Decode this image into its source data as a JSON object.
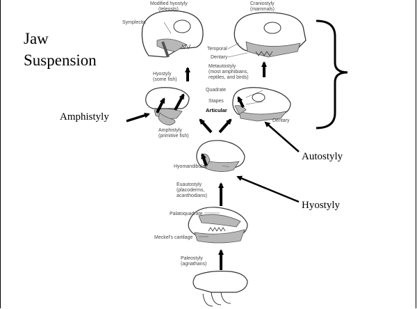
{
  "slide": {
    "title_line1": "Jaw",
    "title_line2": "Suspension"
  },
  "callouts": {
    "amphistyly": "Amphistyly",
    "autostyly": "Autostyly",
    "hyostyly": "Hyostyly"
  },
  "figure_labels": {
    "top_left_caption_line1": "Modified hyostyly",
    "top_left_caption_line2": "(teleosts)",
    "top_right_caption_line1": "Craniostyly",
    "top_right_caption_line2": "(mammals)",
    "symplectic": "Symplectic",
    "temporal": "Temporal",
    "dentary_top": "Dentary",
    "metautostyly_line1": "Metautostyly",
    "metautostyly_line2": "(most amphibians,",
    "metautostyly_line3": "reptiles, and birds)",
    "hyostyly_some_fish_line1": "Hyostyly",
    "hyostyly_some_fish_line2": "(some fish)",
    "quadrate": "Quadrate",
    "stapes": "Stapes",
    "articular": "Articular",
    "dentary_mid": "Dentary",
    "amphistyly_primitive_line1": "Amphistyly",
    "amphistyly_primitive_line2": "(primitive fish)",
    "hyomandibula": "Hyomandibula",
    "euautostyly_line1": "Euautostyly",
    "euautostyly_line2": "(placoderms,",
    "euautostyly_line3": "acanthodians)",
    "palatoquadrate": "Palatoquadrate",
    "meckels_cartilage": "Meckel's cartilage",
    "paleostyly_line1": "Paleostyly",
    "paleostyly_line2": "(agnathans)"
  },
  "colors": {
    "ink": "#000000",
    "cartilage": "#b8b8b8",
    "line": "#333333"
  },
  "icons": {
    "brace": "right-curly-brace",
    "arrows": "up-arrow"
  }
}
